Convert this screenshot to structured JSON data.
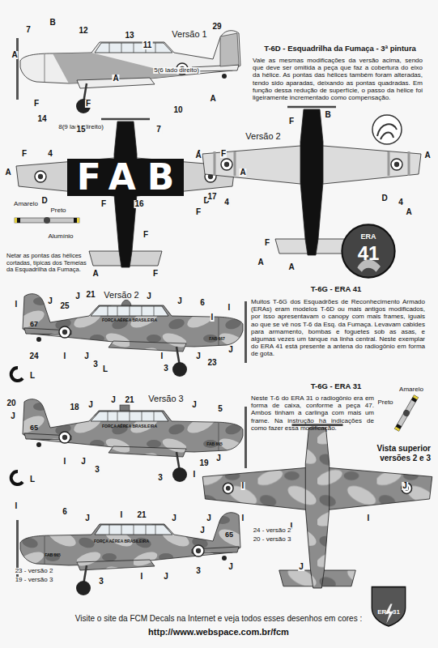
{
  "diagram": {
    "title": "T-6D - Esquadrilha da Fumaça - 3ª pintura",
    "nodes": [
      {
        "text": [
          "ERA",
          "41"
        ]
      },
      {
        "text": [
          "ERA 31"
        ]
      }
    ],
    "labels": [
      "7",
      "B",
      "12",
      "13",
      "11",
      "Versão 1",
      "29",
      "A",
      "A",
      "5(6 lado direito)",
      "F",
      "F",
      "14",
      "8(9 lado direito)",
      "10",
      "A",
      "Vale as mesmas modificações da versão acima, sendo que deve ser omitida a peça que faz a cobertura do eixo da hélice. As pontas das hélices também foram alteradas, tendo sido aparadas, deixando as pontas quadradas. Em função dessa redução de superfície, o passo da hélice foi ligeiramente incrementado como compensação.",
      "15",
      "7",
      "F",
      "4",
      "4",
      "F",
      "A",
      "A",
      "FAB",
      "D",
      "F",
      "16",
      "D",
      "Amarelo",
      "Preto",
      "Alumínio",
      "F",
      "A",
      "F",
      "Netar as pontas das hélices cortadas, típicas dos Temeias da Esquadrilha da Fumaça.",
      "Versão 2",
      "B",
      "F",
      "A",
      "17",
      "F",
      "4",
      "D",
      "4",
      "A",
      "A",
      "F",
      "A",
      "A",
      "T-6G - ERA 41",
      "Muitos T-6G dos Esquadrões de Reconhecimento Armado (ERAs) eram modelos T-6D ou mais antigos modificados, por isso apresentavam o canopy com mais frames, iguais ao que se vê nos T-6 da Esq. da Fumaça. Levavam cabides para armamento, bombas e foguetes sob as asas, e algumas vezes um tanque na linha central. Neste exemplar do ERA 41 está presente a antena do radiogônio em forma de gota.",
      "Versão 2",
      "21",
      "J",
      "J",
      "25",
      "I",
      "J",
      "J",
      "6",
      "I",
      "67",
      "FORÇA AÉREA BRASILEIRA",
      "FAB 667",
      "I",
      "24",
      "I",
      "J",
      "3",
      "L",
      "I",
      "3",
      "J",
      "23",
      "J",
      "L",
      "T-6G - ERA 31",
      "Neste T-6 do ERA 31 o radiogônio era em forma de caixa, conforme a peça 47. Ambos tinham a carlinga com mais um frame. Na instrução há indicações de como fazer essa modificação.",
      "Amarelo",
      "Preto",
      "Versão 3",
      "21",
      "J",
      "J",
      "18",
      "20",
      "J",
      "J",
      "5",
      "65",
      "FORÇA AÉREA BRASILEIRA",
      "FAB 665",
      "19",
      "J",
      "I",
      "I",
      "J",
      "3",
      "L",
      "3",
      "Vista superior versões 2 e 3",
      "J",
      "I",
      "I",
      "J",
      "I",
      "J",
      "24 - versão 2",
      "20 - versão 3",
      "I",
      "6",
      "J",
      "21",
      "I",
      "J",
      "FORÇA AÉREA BRASILEIRA",
      "FAB 665",
      "65",
      "I",
      "J",
      "23 - versão 2",
      "19 - versão 3",
      "3",
      "I",
      "J",
      "3",
      "J",
      "Visite o site da FCM Decals na Internet e veja todos esses desenhos em cores :",
      "http://www.webspace.com.br/fcm"
    ]
  }
}
